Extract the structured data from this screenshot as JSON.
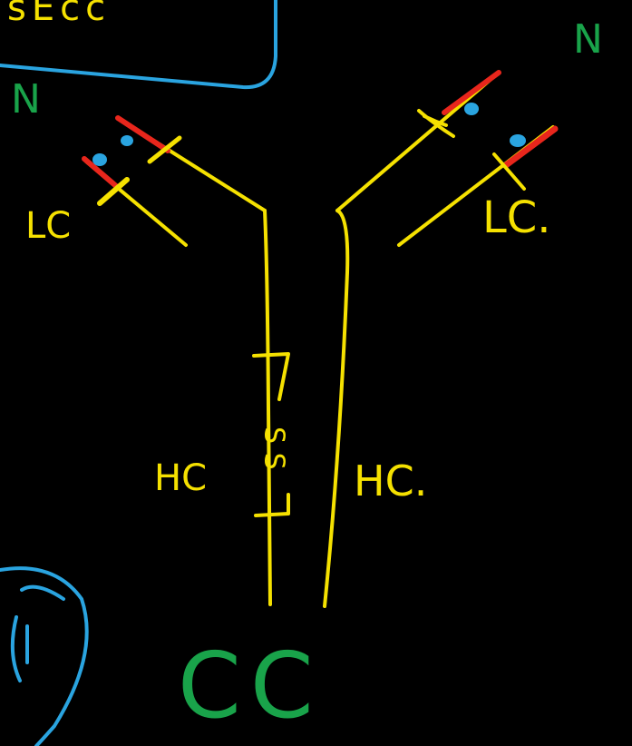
{
  "top_fragment": {
    "text": "sEcc",
    "color": "#f5e100"
  },
  "labels": {
    "n_left": "N",
    "n_right": "N",
    "lc_left": "LC",
    "lc_right": "LC.",
    "hc_left": "HC",
    "hc_right": "HC.",
    "ss_bond": "S S",
    "cc_bottom": "CC"
  },
  "colors": {
    "background": "#000000",
    "chain": "#f5e100",
    "highlight": "#e8261c",
    "dot": "#2aa4e0",
    "label_green": "#19a34a",
    "box_blue": "#2aa4e0"
  }
}
